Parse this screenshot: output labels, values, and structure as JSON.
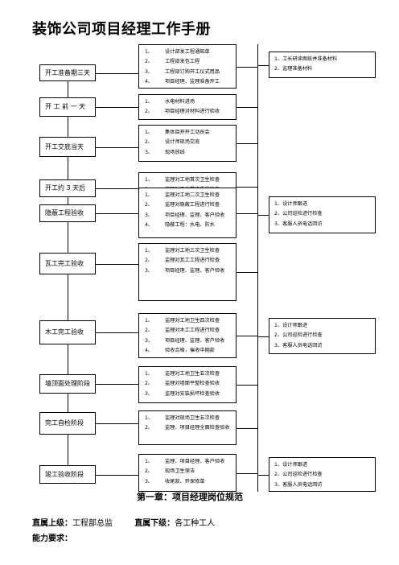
{
  "title": "装饰公司项目经理工作手册",
  "stages": [
    {
      "label": "开工准备期三天",
      "items": [
        "设计部发工程通知单",
        "工程部发包工程",
        "工程部订购开工仪式用品",
        "项目经理、监理准备开工"
      ],
      "side": [
        "工长研读图纸并准备材料",
        "监理准备材料"
      ]
    },
    {
      "label": "开 工 前 一 天",
      "items": [
        "水电材料进场",
        "项目经理对材料进行验收"
      ]
    },
    {
      "label": "开工交底当天",
      "items": [
        "集体目开开工动员会",
        "设计师现场交底",
        "现场放线"
      ]
    },
    {
      "label": "开工约 3 天后",
      "items": [
        "监理对工地首次卫生检查",
        "监理对工地首次质量检查"
      ]
    },
    {
      "label": "隐蔽工程验收",
      "items": [
        "监理对工地二次卫生检查",
        "监理对隐蔽工程进行检查",
        "项目经理、监理、客户验收",
        "隐蔽工程：水电、防水"
      ],
      "side": [
        "设计师跟进",
        "公司巡检进行检查",
        "客服人员电话回访"
      ]
    },
    {
      "label": "瓦工完工验收",
      "items": [
        "监理对工地三次卫生检查",
        "监理对瓦工工程进行检查",
        "项目经理、监理、客户验收"
      ]
    },
    {
      "label": "木工完工验收",
      "items": [
        "监理对工地卫生四次检查",
        "监理对木工工程进行检查",
        "项目经理、监理、客户验收",
        "验收合格，催收中期款"
      ],
      "side": [
        "设计师跟进",
        "公司巡检进行检查",
        "客服人员电话回访"
      ]
    },
    {
      "label": "墙顶面处理阶段",
      "items": [
        "监理对工地卫生五次检查",
        "监理对墙面平整检查验收",
        "监理对安装损坏检查验收"
      ]
    },
    {
      "label": "完工自检阶段",
      "items": [
        "监理对现场卫生五次检查",
        "监理、项目经理全面检查验收"
      ]
    },
    {
      "label": "竣工验收阶段",
      "items": [
        "监理、项目经理、客户验收",
        "现场卫生保洁",
        "收尾款、开保修单"
      ],
      "side": [
        "设计师跟进",
        "公司巡检进行检查",
        "客服人员电话回访"
      ]
    }
  ],
  "chapter_title": "第一章：项目经理岗位规范",
  "superior_label": "直属上级：",
  "superior_value": "工程部总监",
  "subordinate_label": "直属下级：",
  "subordinate_value": "各工种工人",
  "ability_label": "能力要求："
}
